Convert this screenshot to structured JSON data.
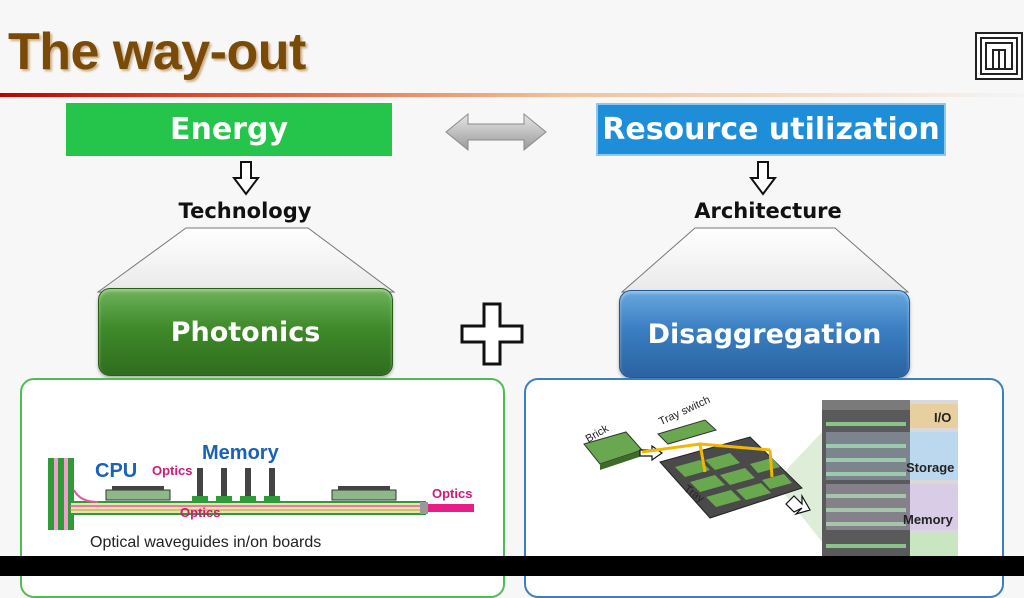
{
  "title": "The way-out",
  "header": {
    "left": "Energy",
    "right": "Resource utilization"
  },
  "sublabels": {
    "left": "Technology",
    "right": "Architecture"
  },
  "pills": {
    "left": "Photonics",
    "right": "Disaggregation"
  },
  "left_panel": {
    "cpu": "CPU",
    "memory": "Memory",
    "optics_a": "Optics",
    "optics_b": "Optics",
    "optics_c": "Optics",
    "caption": "Optical waveguides in/on boards"
  },
  "right_panel": {
    "brick": "Brick",
    "tray_switch": "Tray switch",
    "tray": "Tray",
    "io": "I/O",
    "storage": "Storage",
    "memory": "Memory"
  },
  "colors": {
    "title": "#7a4a08",
    "energy": "#25c44a",
    "resource": "#1e8ed8",
    "photonics": "#3f8a2a",
    "disaggregation": "#3a7fc2"
  }
}
